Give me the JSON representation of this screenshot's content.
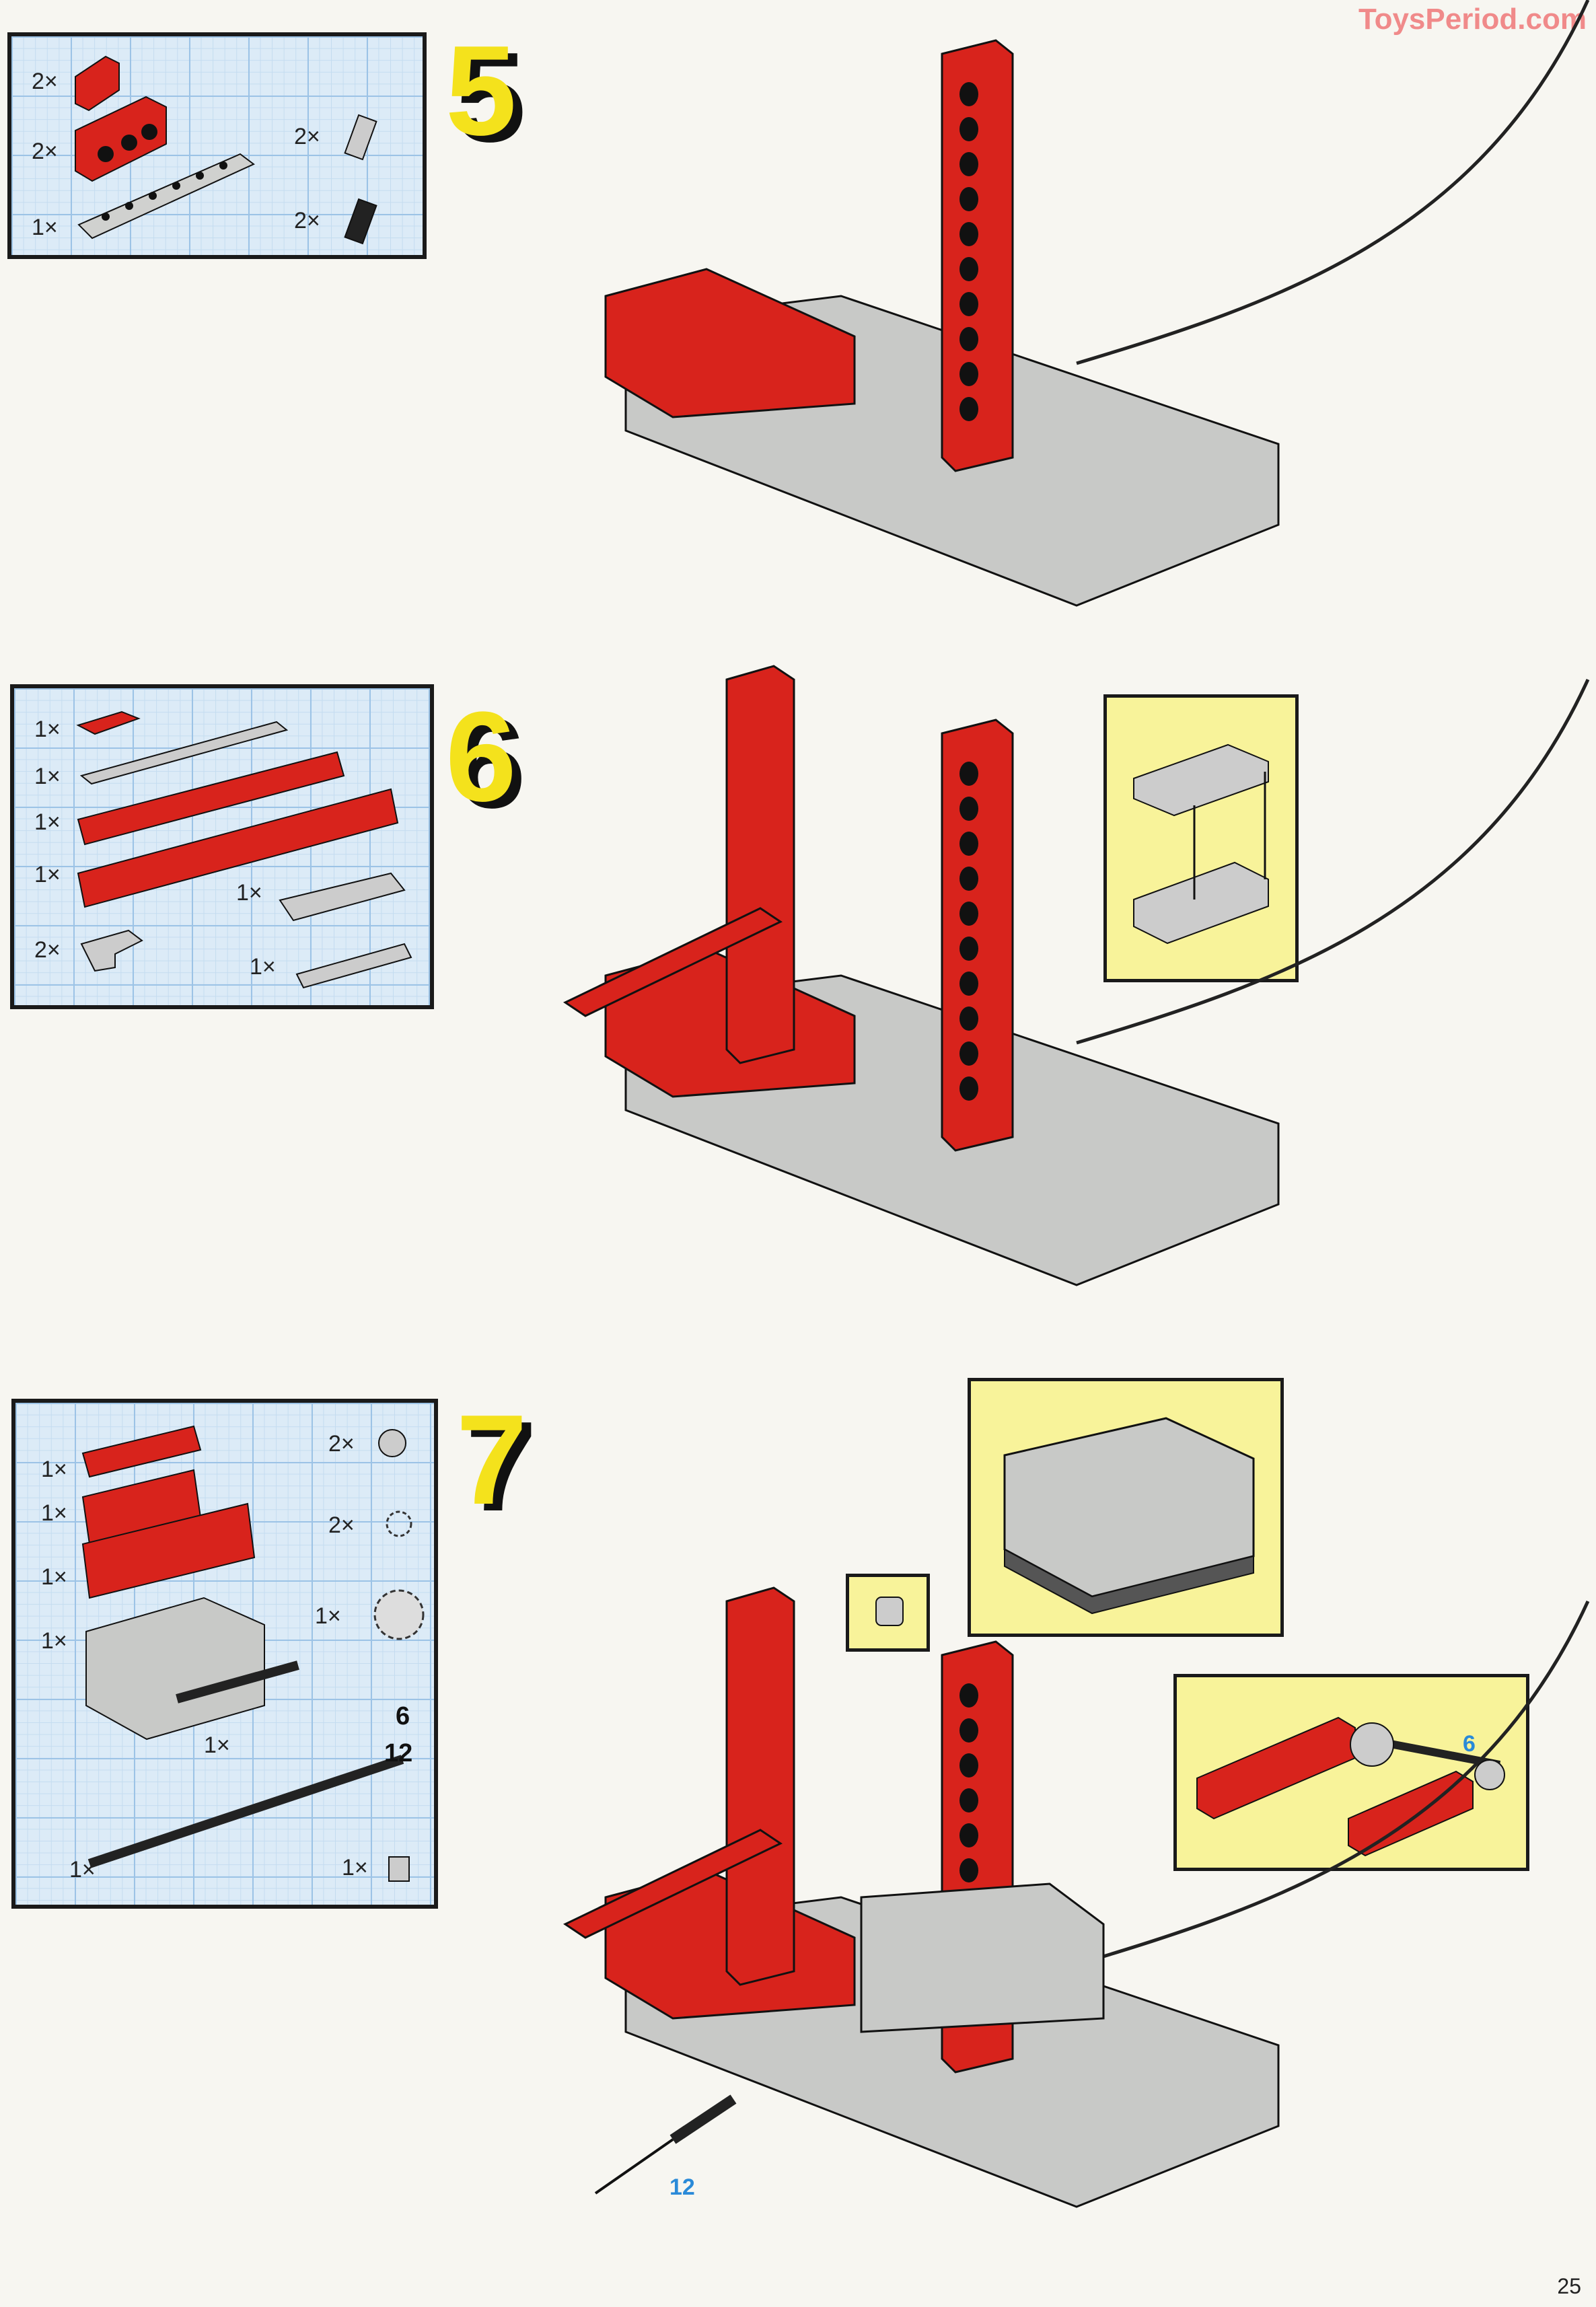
{
  "watermark": "ToysPeriod.com",
  "page_number": "25",
  "colors": {
    "brick_red": "#d8231c",
    "brick_gray": "#c8c9c7",
    "step_yellow": "#f4e21c",
    "callout_yellow": "#f8f39a",
    "grid_blue": "#dcebf7",
    "label_blue": "#2a8ad8"
  },
  "steps": [
    {
      "number": "5",
      "parts": [
        {
          "count": "2×",
          "part": "red-slope-brick"
        },
        {
          "count": "2×",
          "part": "red-technic-brick-1x2"
        },
        {
          "count": "1×",
          "part": "gray-technic-plate-rack"
        },
        {
          "count": "2×",
          "part": "gray-connector-peg"
        },
        {
          "count": "2×",
          "part": "black-friction-peg"
        }
      ]
    },
    {
      "number": "6",
      "parts": [
        {
          "count": "1×",
          "part": "red-plate-1x2"
        },
        {
          "count": "1×",
          "part": "gray-technic-plate-1x8"
        },
        {
          "count": "1×",
          "part": "red-technic-brick-1x8"
        },
        {
          "count": "1×",
          "part": "red-technic-brick-1x10"
        },
        {
          "count": "1×",
          "part": "gray-plate-2x4"
        },
        {
          "count": "2×",
          "part": "gray-corner-plate"
        },
        {
          "count": "1×",
          "part": "gray-gear-rack"
        }
      ]
    },
    {
      "number": "7",
      "parts": [
        {
          "count": "1×",
          "part": "red-plate-1x4"
        },
        {
          "count": "1×",
          "part": "red-technic-brick-1x4"
        },
        {
          "count": "1×",
          "part": "red-technic-brick-1x6"
        },
        {
          "count": "1×",
          "part": "gray-motor"
        },
        {
          "count": "1×",
          "part": "black-axle",
          "length": "6"
        },
        {
          "count": "1×",
          "part": "black-axle",
          "length": "12"
        },
        {
          "count": "2×",
          "part": "gray-crown-gear"
        },
        {
          "count": "2×",
          "part": "gray-gear-8-tooth"
        },
        {
          "count": "1×",
          "part": "gray-gear-16-tooth"
        },
        {
          "count": "1×",
          "part": "gray-bushing"
        }
      ],
      "callout_axle_label": "6",
      "insert_axle_label": "12"
    }
  ]
}
